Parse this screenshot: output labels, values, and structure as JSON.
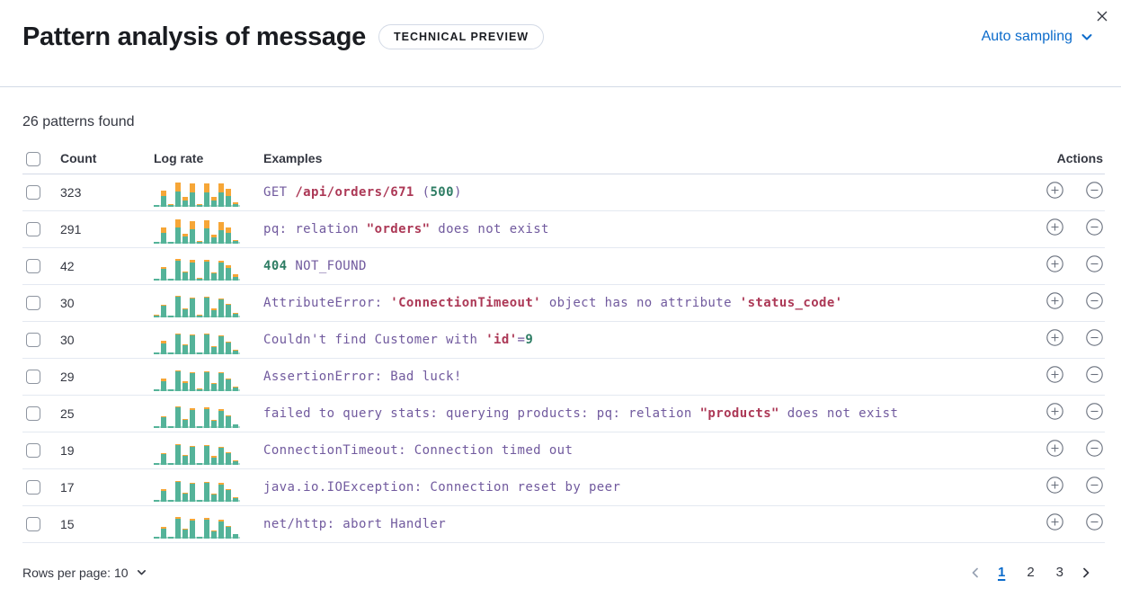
{
  "window": {
    "close_icon": "x"
  },
  "header": {
    "title": "Pattern analysis of message",
    "badge": "TECHNICAL PREVIEW",
    "sampling_label": "Auto sampling",
    "accent_color": "#0B6BCB"
  },
  "summary": {
    "patterns_found": "26 patterns found"
  },
  "table": {
    "columns": {
      "count": "Count",
      "log_rate": "Log rate",
      "examples": "Examples",
      "actions": "Actions"
    },
    "bar_colors": {
      "green": "#54B399",
      "orange": "#F6A637"
    },
    "rows": [
      {
        "count": "323",
        "example": [
          {
            "text": "GET ",
            "color": "purple"
          },
          {
            "text": "/api/orders/671",
            "color": "red"
          },
          {
            "text": " (",
            "color": "purple"
          },
          {
            "text": "500",
            "color": "green"
          },
          {
            "text": ")",
            "color": "purple"
          }
        ],
        "chart": {
          "bars": [
            {
              "g": 2,
              "o": 0
            },
            {
              "g": 12,
              "o": 6
            },
            {
              "g": 2,
              "o": 1
            },
            {
              "g": 17,
              "o": 10
            },
            {
              "g": 7,
              "o": 4
            },
            {
              "g": 16,
              "o": 10
            },
            {
              "g": 2,
              "o": 1
            },
            {
              "g": 16,
              "o": 10
            },
            {
              "g": 7,
              "o": 4
            },
            {
              "g": 16,
              "o": 10
            },
            {
              "g": 12,
              "o": 8
            },
            {
              "g": 3,
              "o": 2
            }
          ]
        }
      },
      {
        "count": "291",
        "example": [
          {
            "text": "pq: relation ",
            "color": "purple"
          },
          {
            "text": "\"orders\"",
            "color": "red"
          },
          {
            "text": " does not exist",
            "color": "purple"
          }
        ],
        "chart": {
          "bars": [
            {
              "g": 2,
              "o": 0
            },
            {
              "g": 12,
              "o": 6
            },
            {
              "g": 2,
              "o": 0
            },
            {
              "g": 18,
              "o": 9
            },
            {
              "g": 8,
              "o": 3
            },
            {
              "g": 16,
              "o": 9
            },
            {
              "g": 2,
              "o": 1
            },
            {
              "g": 17,
              "o": 9
            },
            {
              "g": 7,
              "o": 3
            },
            {
              "g": 15,
              "o": 9
            },
            {
              "g": 12,
              "o": 6
            },
            {
              "g": 3,
              "o": 1
            }
          ]
        }
      },
      {
        "count": "42",
        "example": [
          {
            "text": "404",
            "color": "green"
          },
          {
            "text": " NOT_FOUND",
            "color": "purple"
          }
        ],
        "chart": {
          "bars": [
            {
              "g": 2,
              "o": 0
            },
            {
              "g": 13,
              "o": 2
            },
            {
              "g": 2,
              "o": 0
            },
            {
              "g": 22,
              "o": 2
            },
            {
              "g": 9,
              "o": 1
            },
            {
              "g": 20,
              "o": 3
            },
            {
              "g": 2,
              "o": 1
            },
            {
              "g": 21,
              "o": 2
            },
            {
              "g": 8,
              "o": 1
            },
            {
              "g": 20,
              "o": 2
            },
            {
              "g": 14,
              "o": 3
            },
            {
              "g": 4,
              "o": 3
            }
          ]
        }
      },
      {
        "count": "30",
        "example": [
          {
            "text": "AttributeError: ",
            "color": "purple"
          },
          {
            "text": "'ConnectionTimeout'",
            "color": "red"
          },
          {
            "text": " object has no attribute ",
            "color": "purple"
          },
          {
            "text": "'status_code'",
            "color": "red"
          }
        ],
        "chart": {
          "bars": [
            {
              "g": 2,
              "o": 1
            },
            {
              "g": 13,
              "o": 1
            },
            {
              "g": 2,
              "o": 0
            },
            {
              "g": 23,
              "o": 1
            },
            {
              "g": 9,
              "o": 1
            },
            {
              "g": 21,
              "o": 1
            },
            {
              "g": 2,
              "o": 1
            },
            {
              "g": 22,
              "o": 1
            },
            {
              "g": 8,
              "o": 2
            },
            {
              "g": 20,
              "o": 1
            },
            {
              "g": 14,
              "o": 1
            },
            {
              "g": 4,
              "o": 1
            }
          ]
        }
      },
      {
        "count": "30",
        "example": [
          {
            "text": "Couldn't find Customer with ",
            "color": "purple"
          },
          {
            "text": "'id'",
            "color": "red"
          },
          {
            "text": "=",
            "color": "purple"
          },
          {
            "text": "9",
            "color": "green"
          }
        ],
        "chart": {
          "bars": [
            {
              "g": 2,
              "o": 0
            },
            {
              "g": 12,
              "o": 3
            },
            {
              "g": 2,
              "o": 0
            },
            {
              "g": 22,
              "o": 1
            },
            {
              "g": 10,
              "o": 1
            },
            {
              "g": 21,
              "o": 1
            },
            {
              "g": 2,
              "o": 0
            },
            {
              "g": 22,
              "o": 1
            },
            {
              "g": 8,
              "o": 1
            },
            {
              "g": 20,
              "o": 1
            },
            {
              "g": 13,
              "o": 1
            },
            {
              "g": 4,
              "o": 1
            }
          ]
        }
      },
      {
        "count": "29",
        "example": [
          {
            "text": "AssertionError: Bad luck!",
            "color": "purple"
          }
        ],
        "chart": {
          "bars": [
            {
              "g": 2,
              "o": 0
            },
            {
              "g": 11,
              "o": 3
            },
            {
              "g": 2,
              "o": 0
            },
            {
              "g": 22,
              "o": 1
            },
            {
              "g": 9,
              "o": 2
            },
            {
              "g": 20,
              "o": 1
            },
            {
              "g": 2,
              "o": 1
            },
            {
              "g": 21,
              "o": 1
            },
            {
              "g": 8,
              "o": 1
            },
            {
              "g": 20,
              "o": 1
            },
            {
              "g": 13,
              "o": 1
            },
            {
              "g": 4,
              "o": 1
            }
          ]
        }
      },
      {
        "count": "25",
        "example": [
          {
            "text": "failed to query stats: querying products: pq: relation ",
            "color": "purple"
          },
          {
            "text": "\"products\"",
            "color": "red"
          },
          {
            "text": " does not exist",
            "color": "purple"
          }
        ],
        "chart": {
          "bars": [
            {
              "g": 2,
              "o": 0
            },
            {
              "g": 12,
              "o": 1
            },
            {
              "g": 2,
              "o": 0
            },
            {
              "g": 23,
              "o": 1
            },
            {
              "g": 9,
              "o": 1
            },
            {
              "g": 20,
              "o": 2
            },
            {
              "g": 2,
              "o": 0
            },
            {
              "g": 21,
              "o": 2
            },
            {
              "g": 8,
              "o": 1
            },
            {
              "g": 19,
              "o": 2
            },
            {
              "g": 13,
              "o": 1
            },
            {
              "g": 4,
              "o": 0
            }
          ]
        }
      },
      {
        "count": "19",
        "example": [
          {
            "text": "ConnectionTimeout: Connection timed out",
            "color": "purple"
          }
        ],
        "chart": {
          "bars": [
            {
              "g": 2,
              "o": 0
            },
            {
              "g": 12,
              "o": 1
            },
            {
              "g": 2,
              "o": 0
            },
            {
              "g": 22,
              "o": 1
            },
            {
              "g": 10,
              "o": 1
            },
            {
              "g": 20,
              "o": 1
            },
            {
              "g": 2,
              "o": 0
            },
            {
              "g": 21,
              "o": 1
            },
            {
              "g": 8,
              "o": 2
            },
            {
              "g": 19,
              "o": 1
            },
            {
              "g": 13,
              "o": 1
            },
            {
              "g": 4,
              "o": 1
            }
          ]
        }
      },
      {
        "count": "17",
        "example": [
          {
            "text": "java.io.IOException: Connection reset by peer",
            "color": "purple"
          }
        ],
        "chart": {
          "bars": [
            {
              "g": 2,
              "o": 0
            },
            {
              "g": 12,
              "o": 2
            },
            {
              "g": 2,
              "o": 0
            },
            {
              "g": 22,
              "o": 1
            },
            {
              "g": 9,
              "o": 1
            },
            {
              "g": 20,
              "o": 1
            },
            {
              "g": 2,
              "o": 0
            },
            {
              "g": 21,
              "o": 1
            },
            {
              "g": 8,
              "o": 1
            },
            {
              "g": 19,
              "o": 2
            },
            {
              "g": 13,
              "o": 1
            },
            {
              "g": 4,
              "o": 1
            }
          ]
        }
      },
      {
        "count": "15",
        "example": [
          {
            "text": "net/http: abort Handler",
            "color": "purple"
          }
        ],
        "chart": {
          "bars": [
            {
              "g": 2,
              "o": 0
            },
            {
              "g": 11,
              "o": 2
            },
            {
              "g": 2,
              "o": 0
            },
            {
              "g": 22,
              "o": 2
            },
            {
              "g": 10,
              "o": 1
            },
            {
              "g": 20,
              "o": 2
            },
            {
              "g": 2,
              "o": 0
            },
            {
              "g": 21,
              "o": 2
            },
            {
              "g": 8,
              "o": 1
            },
            {
              "g": 19,
              "o": 2
            },
            {
              "g": 13,
              "o": 1
            },
            {
              "g": 5,
              "o": 0
            }
          ]
        }
      }
    ]
  },
  "code_colors": {
    "purple": "#715A9E",
    "red": "#AC3856",
    "green": "#2E7D64"
  },
  "footer": {
    "rows_per_page": "Rows per page: 10",
    "pagination": {
      "pages": [
        "1",
        "2",
        "3"
      ],
      "active_page": "1"
    }
  }
}
